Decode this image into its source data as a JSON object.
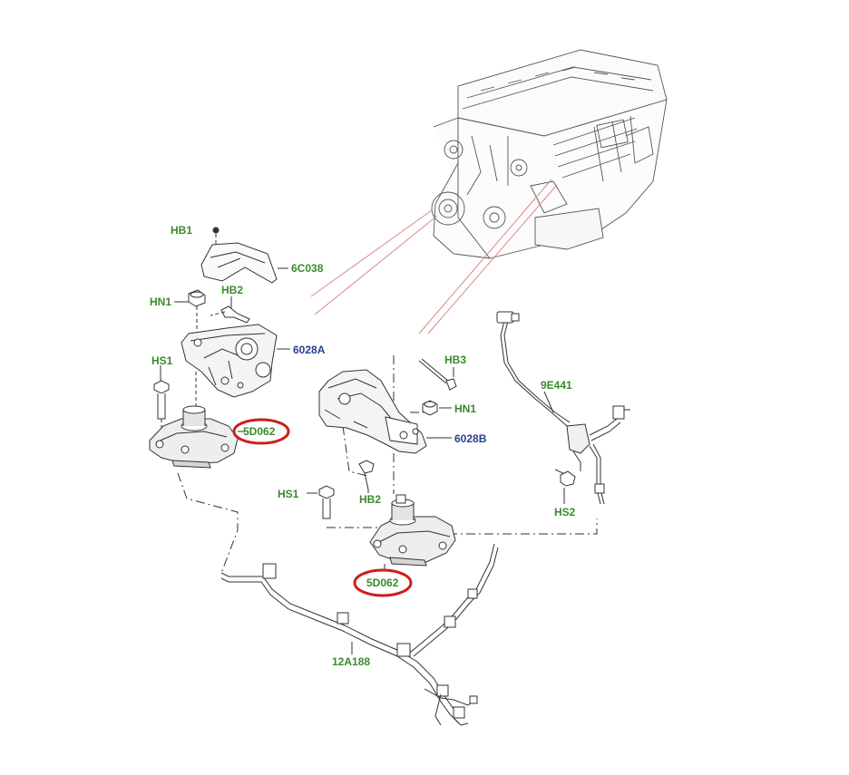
{
  "labels": {
    "hb1_top": "HB1",
    "c6c038": "6C038",
    "hn1_left": "HN1",
    "hb2_left": "HB2",
    "c6028a": "6028A",
    "hs1_left": "HS1",
    "c5d062_left": "5D062",
    "hb3": "HB3",
    "hn1_right": "HN1",
    "c6028b": "6028B",
    "hs1_mid": "HS1",
    "hb2_mid": "HB2",
    "c5d062_mid": "5D062",
    "c9e441": "9E441",
    "hs2": "HS2",
    "c12a188": "12A188"
  },
  "colors": {
    "label_green": "#3a8a2a",
    "label_blue": "#2a3f8f",
    "highlight_circle": "#cc1f1f",
    "leader_red": "#d98a8a",
    "line_art": "#333333"
  }
}
